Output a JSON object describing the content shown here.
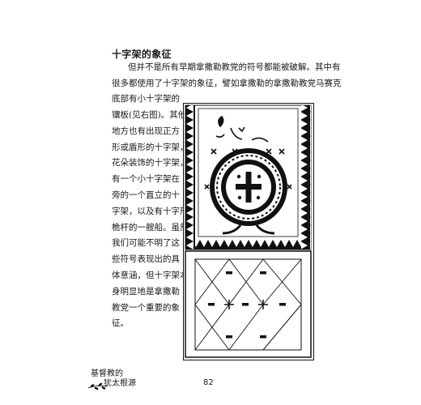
{
  "section": {
    "title": "十字架的象征"
  },
  "paragraph_full": [
    "但并不是所有早期拿撒勒教党的符号都能被破解。其中有",
    "很多都使用了十字架的象征，譬如拿撒勒的拿撒勒教党马赛克",
    "底部有小十字架的"
  ],
  "paragraph_narrow": [
    "镶板(见右图)。其他",
    "地方也有出现正方",
    "形或盾形的十字架，",
    "花朵装饰的十字架，",
    "有一个小十字架在",
    "旁的一个直立的十",
    "字架，以及有十字形",
    "桅杆的一艘船。虽然",
    "我们可能不明了这",
    "些符号表现出的具",
    "体意涵，但十字架本",
    "身明显地是拿撒勒",
    "教党一个重要的象",
    "征。"
  ],
  "footer": {
    "book_title_line1": "基督教的",
    "book_title_line2": "犹太根源",
    "page_number": "82"
  }
}
